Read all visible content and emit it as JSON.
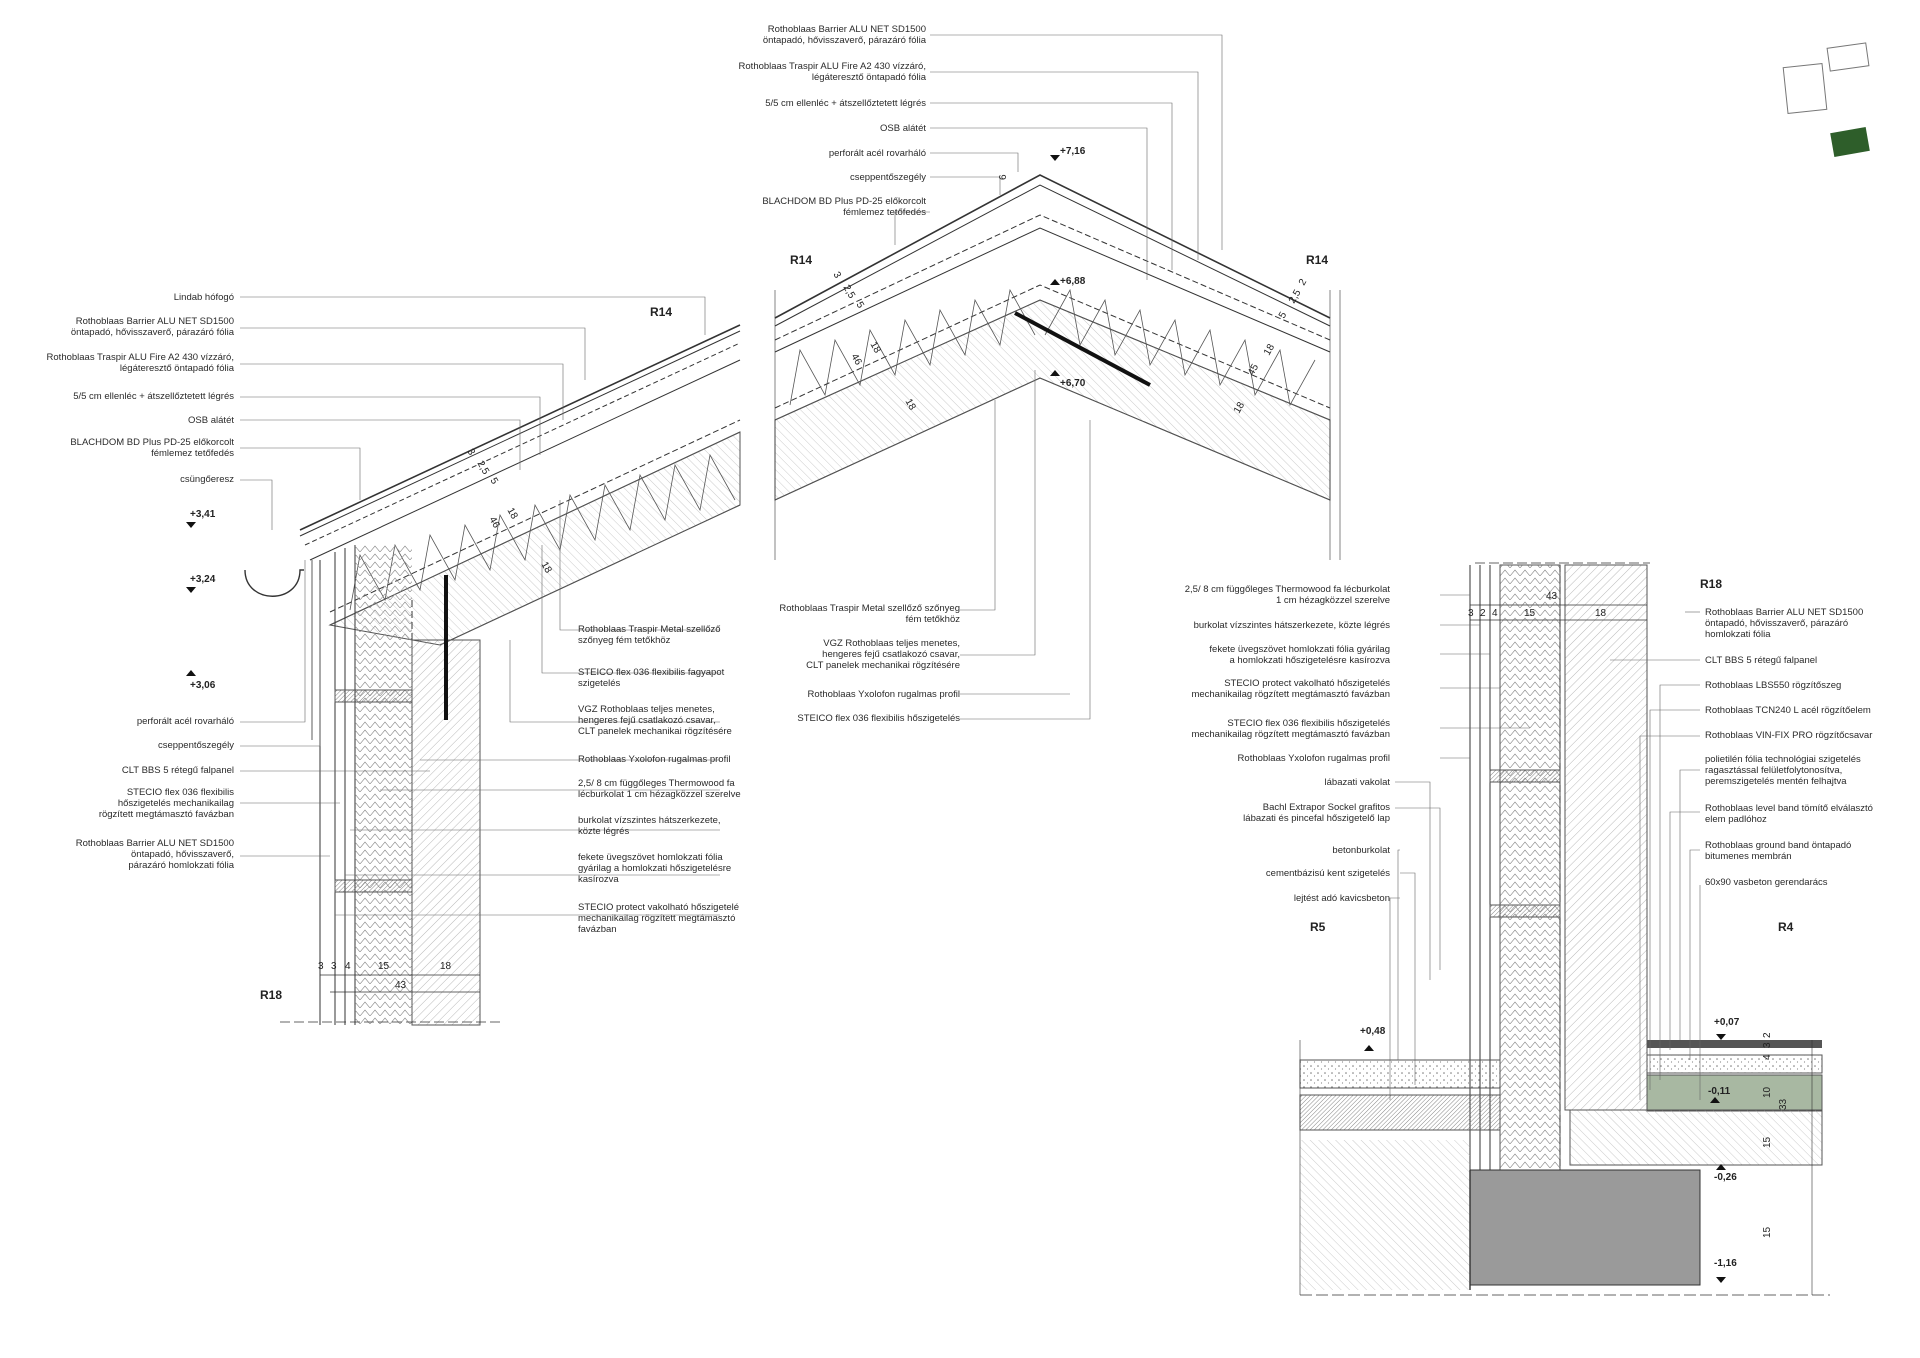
{
  "colors": {
    "ink": "#2a2a2a",
    "leader": "#555555",
    "logo_green": "#2e5e2a",
    "hatch": "#9a9a9a"
  },
  "left_detail": {
    "labels": [
      "Lindab hófogó",
      "Rothoblaas Barrier ALU NET SD1500\nöntapadó, hővisszaverő, párazáró fólia",
      "Rothoblaas Traspir ALU Fire A2 430 vízzáró,\nlégáteresztő öntapadó fólia",
      "5/5 cm ellenléc + átszellőztetett légrés",
      "OSB alátét",
      "BLACHDOM BD Plus PD-25 előkorcolt\nfémlemez tetőfedés",
      "csüngőeresz",
      "perforált acél rovarháló",
      "cseppentőszegély",
      "CLT BBS 5 rétegű falpanel",
      "STECIO flex 036 flexibilis\nhőszigetelés mechanikailag\nrögzített megtámasztó favázban",
      "Rothoblaas Barrier ALU NET SD1500\nöntapadó, hővisszaverő,\npárazáró homlokzati fólia"
    ],
    "right_labels": [
      "Rothoblaas Traspir Metal szellőző\nszőnyeg fém tetőkhöz",
      "STEICO flex 036 flexibilis fagyapot\nszigetelés",
      "VGZ Rothoblaas teljes menetes,\nhengeres fejű csatlakozó csavar,\nCLT panelek mechanikai rögzítésére",
      "Rothoblaas Yxolofon rugalmas profil",
      "2,5/ 8 cm függőleges Thermowood fa\nlécburkolat 1 cm hézagközzel szerelve",
      "burkolat vízszintes hátszerkezete,\nközte légrés",
      "fekete üvegszövet homlokzati fólia\ngyárilag a homlokzati hőszigetelésre\nkasírozva",
      "STECIO protect vakolható hőszigetelé\nmechanikailag rögzített megtámasztó\nfavázban"
    ],
    "levels": [
      "+3,41",
      "+3,24",
      "+3,06"
    ],
    "grids": [
      "R14",
      "R18"
    ],
    "dims": [
      "3",
      "3",
      "4",
      "15",
      "18",
      "43"
    ],
    "roof_dims": [
      "3",
      "2,5",
      "5",
      "18",
      "46",
      "18"
    ]
  },
  "ridge_detail": {
    "top_labels": [
      "Rothoblaas Barrier ALU NET SD1500\nöntapadó, hővisszaverő, párazáró fólia",
      "Rothoblaas Traspir ALU Fire A2 430 vízzáró,\nlégáteresztő öntapadó fólia",
      "5/5 cm ellenléc + átszellőztetett légrés",
      "OSB alátét",
      "perforált acél rovarháló",
      "cseppentőszegély",
      "BLACHDOM BD Plus PD-25 előkorcolt\nfémlemez tetőfedés"
    ],
    "bottom_labels": [
      "Rothoblaas Traspir Metal szellőző szőnyeg\nfém tetőkhöz",
      "VGZ Rothoblaas teljes menetes,\nhengeres fejű csatlakozó csavar,\nCLT panelek mechanikai rögzítésére",
      "Rothoblaas Yxolofon rugalmas profil",
      "STEICO flex 036 flexibilis hőszigetelés"
    ],
    "levels": [
      "+7,16",
      "+6,88",
      "+6,70"
    ],
    "grids": [
      "R14",
      "R14"
    ],
    "dims": [
      "6",
      "3",
      "2,5",
      "5",
      "18",
      "46",
      "18",
      "2",
      "2,5",
      "5",
      "18",
      "45",
      "18"
    ]
  },
  "base_detail": {
    "left_labels": [
      "2,5/ 8 cm függőleges Thermowood fa lécburkolat\n1 cm hézagközzel szerelve",
      "burkolat vízszintes hátszerkezete, közte légrés",
      "fekete üvegszövet homlokzati fólia gyárilag\na homlokzati hőszigetelésre kasírozva",
      "STECIO protect vakolható hőszigetelés\nmechanikailag rögzített megtámasztó favázban",
      "STECIO flex 036 flexibilis hőszigetelés\nmechanikailag rögzített megtámasztó favázban",
      "Rothoblaas Yxolofon rugalmas profil",
      "lábazati vakolat",
      "Bachl Extrapor Sockel grafitos\nlábazati és pincefal hőszigetelő lap",
      "betonburkolat",
      "cementbázisú kent szigetelés",
      "lejtést adó kavicsbeton"
    ],
    "right_labels": [
      "Rothoblaas Barrier ALU NET SD1500\nöntapadó, hővisszaverő, párazáró\nhomlokzati fólia",
      "CLT BBS 5 rétegű falpanel",
      "Rothoblaas LBS550 rögzítőszeg",
      "Rothoblaas TCN240 L acél rögzítőelem",
      "Rothoblaas VIN-FIX PRO rögzítőcsavar",
      "polietilén fólia technológiai szigetelés\nragasztással felületfolytonosítva,\nperemszigetelés mentén felhajtva",
      "Rothoblaas level band tömítő elválasztó\nelem padlóhoz",
      "Rothoblaas ground band öntapadó\nbitumenes membrán",
      "60x90 vasbeton gerendarács"
    ],
    "levels": [
      "+0,48",
      "+0,07",
      "-0,11",
      "-0,26",
      "-1,16"
    ],
    "grids": [
      "R18",
      "R5",
      "R4"
    ],
    "dims": [
      "3",
      "2",
      "4",
      "15",
      "18",
      "43"
    ],
    "side_dims": [
      "4",
      "3",
      "2",
      "10",
      "33",
      "15",
      "15"
    ]
  }
}
